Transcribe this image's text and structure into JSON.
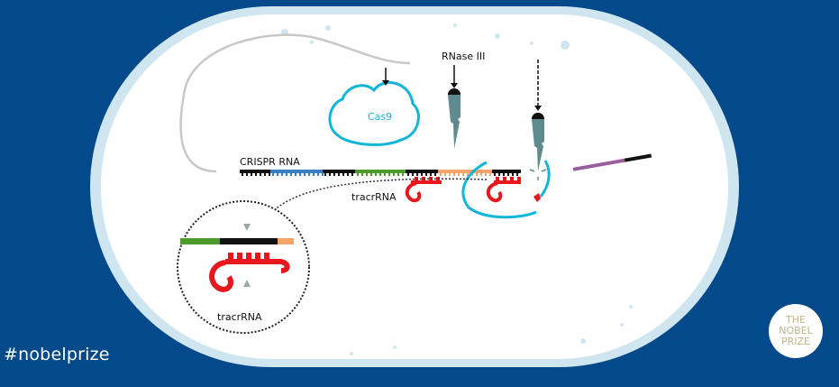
{
  "diagram": {
    "title": "CRISPR-Cas9 bacterial immune system",
    "labels": {
      "crispr_rna": "CRISPR RNA",
      "tracr_rna": "tracrRNA",
      "tracr_rna_inset": "tracrRNA",
      "rnase": "RNase III",
      "cas9": "Cas9"
    },
    "colors": {
      "background": "#044a8a",
      "cell_fill": "#ffffff",
      "cell_membrane": "#b9dbe8",
      "cas9_outline": "#12b6d8",
      "tracr": "#e8161d",
      "repeat": "#111111",
      "spacer_blue": "#3a7fc1",
      "spacer_green": "#4f9a2c",
      "spacer_orange": "#f4a56a",
      "spacer_purple": "#9a5ea0",
      "scissors": "#5f8a8e",
      "gray_strand": "#c8c8c8"
    }
  },
  "footer": {
    "hashtag": "#nobelprize",
    "logo_lines": [
      "THE",
      "NOBEL",
      "PRIZE"
    ]
  }
}
